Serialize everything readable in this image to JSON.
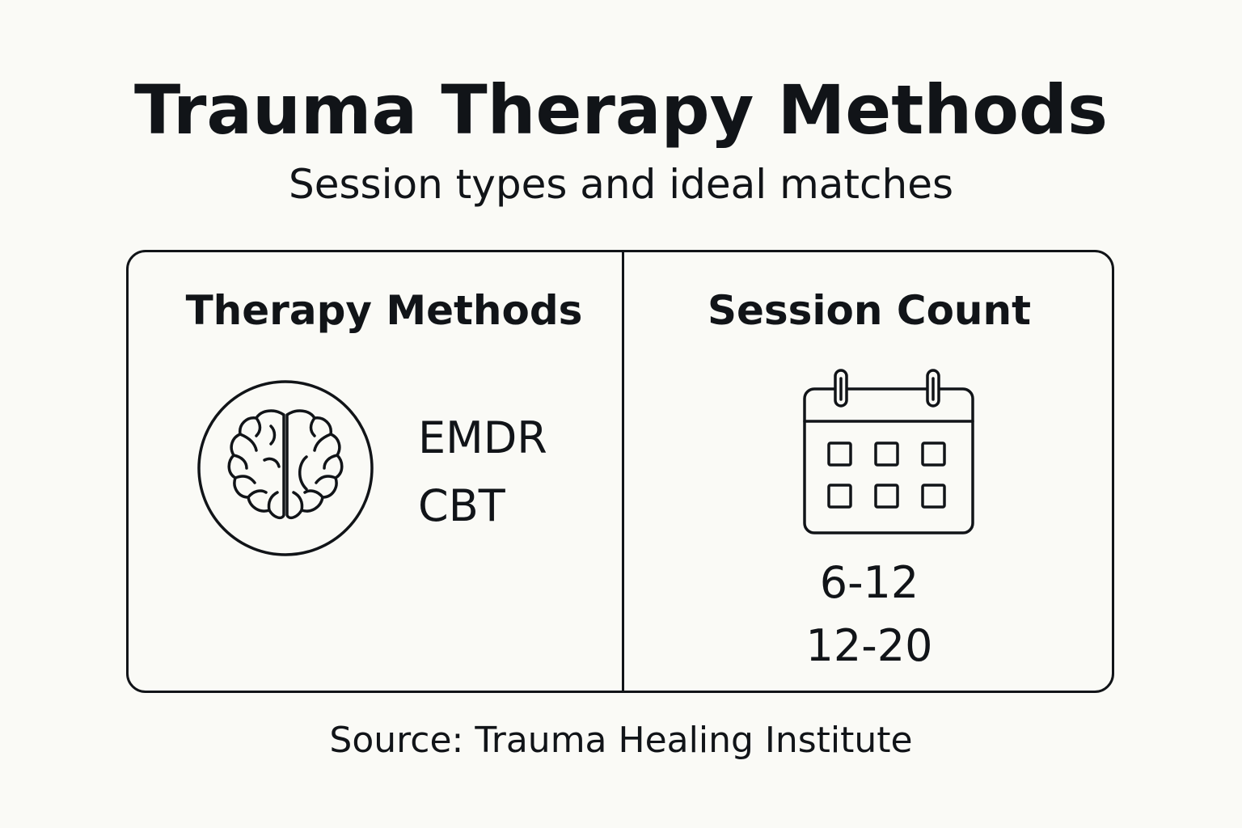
{
  "header": {
    "title": "Trauma Therapy Methods",
    "subtitle": "Session types and ideal matches"
  },
  "panels": {
    "methods": {
      "heading": "Therapy Methods",
      "icon": "brain-icon",
      "items": [
        "EMDR",
        "CBT"
      ]
    },
    "sessions": {
      "heading": "Session Count",
      "icon": "calendar-icon",
      "items": [
        "6-12",
        "12-20"
      ]
    }
  },
  "footer": {
    "source": "Source: Trauma Healing Institute"
  },
  "colors": {
    "background": "#fafaf6",
    "ink": "#111418"
  }
}
